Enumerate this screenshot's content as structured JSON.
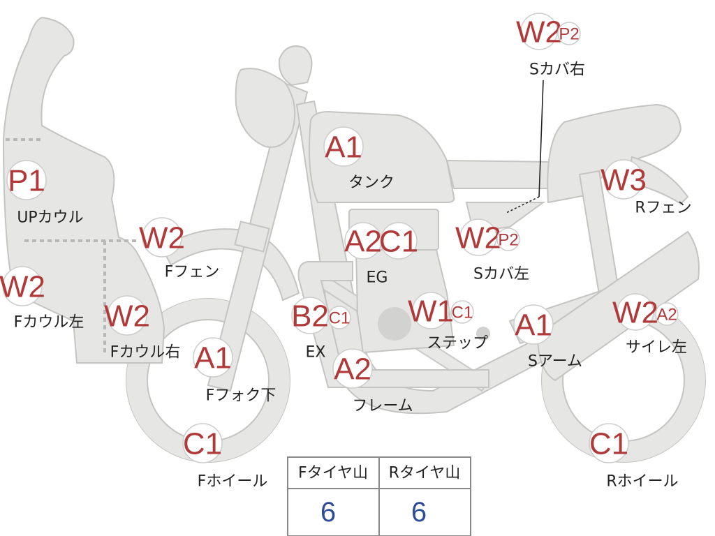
{
  "colors": {
    "part_fill": "#e6e6e4",
    "code_red": "#b03a3a",
    "value_blue": "#2d4d9a",
    "label_text": "#222222"
  },
  "parts": [
    {
      "id": "up-cowl",
      "codes": [
        "P1"
      ],
      "label": "UPカウル"
    },
    {
      "id": "f-cowl-left",
      "codes": [
        "W2"
      ],
      "label": "Fカウル左"
    },
    {
      "id": "f-cowl-right",
      "codes": [
        "W2"
      ],
      "label": "Fカウル右"
    },
    {
      "id": "f-fender",
      "codes": [
        "W2"
      ],
      "label": "Fフェン"
    },
    {
      "id": "f-fork-lower",
      "codes": [
        "A1"
      ],
      "label": "Fフォク下"
    },
    {
      "id": "f-wheel",
      "codes": [
        "C1"
      ],
      "label": "Fホイール"
    },
    {
      "id": "tank",
      "codes": [
        "A1"
      ],
      "label": "タンク"
    },
    {
      "id": "engine",
      "codes": [
        "A2",
        "C1"
      ],
      "label": "EG"
    },
    {
      "id": "exhaust",
      "codes": [
        "B2",
        "C1"
      ],
      "label": "EX"
    },
    {
      "id": "frame",
      "codes": [
        "A2"
      ],
      "label": "フレーム"
    },
    {
      "id": "step",
      "codes": [
        "W1",
        "C1"
      ],
      "label": "ステップ"
    },
    {
      "id": "s-cover-left",
      "codes": [
        "W2",
        "P2"
      ],
      "label": "Sカバ左"
    },
    {
      "id": "s-cover-right",
      "codes": [
        "W2",
        "P2"
      ],
      "label": "Sカバ右"
    },
    {
      "id": "r-fender",
      "codes": [
        "W3"
      ],
      "label": "Rフェン"
    },
    {
      "id": "swingarm",
      "codes": [
        "A1"
      ],
      "label": "Sアーム"
    },
    {
      "id": "silencer-left",
      "codes": [
        "W2",
        "A2"
      ],
      "label": "サイレ左"
    },
    {
      "id": "r-wheel",
      "codes": [
        "C1"
      ],
      "label": "Rホイール"
    }
  ],
  "tire_table": {
    "headers": [
      "Fタイヤ山",
      "Rタイヤ山"
    ],
    "values": [
      "6",
      "6"
    ]
  }
}
